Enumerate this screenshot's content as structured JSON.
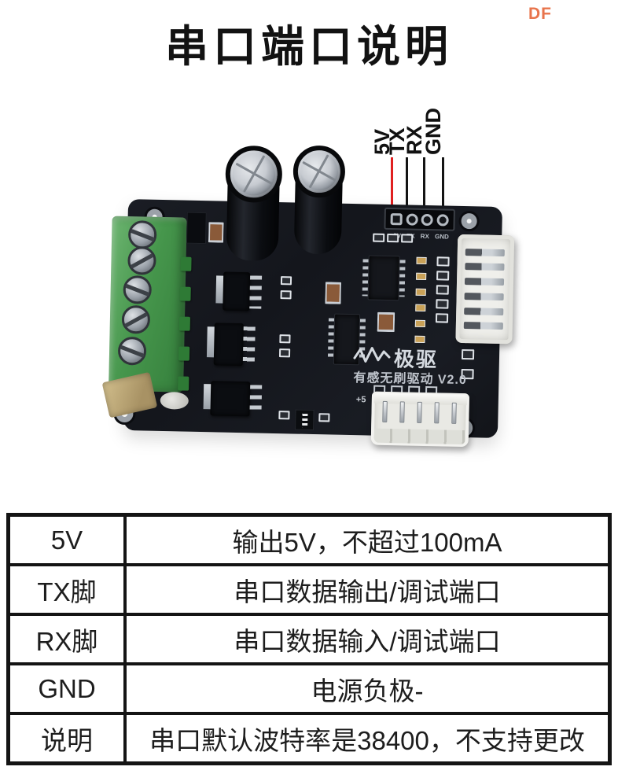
{
  "title": "串口端口说明",
  "watermark": "DF",
  "colors": {
    "watermark_orange": "#E8744C",
    "accent_red": "#E02020",
    "line_black": "#141414"
  },
  "callouts": {
    "labels": [
      {
        "text": "5V",
        "line_color": "#E02020"
      },
      {
        "text": "TX",
        "line_color": "#141414"
      },
      {
        "text": "RX",
        "line_color": "#141414"
      },
      {
        "text": "GND",
        "line_color": "#141414"
      }
    ]
  },
  "board": {
    "header_silk": "+5V TX RX GND",
    "logo_text": "极驱",
    "model_text": "有感无刷驱动 V2.0",
    "plus5_silk": "+5",
    "plus_silk": "+"
  },
  "table": {
    "rows": [
      {
        "pin": "5V",
        "desc": "输出5V，不超过100mA"
      },
      {
        "pin": "TX脚",
        "desc": "串口数据输出/调试端口"
      },
      {
        "pin": "RX脚",
        "desc": "串口数据输入/调试端口"
      },
      {
        "pin": "GND",
        "desc": "电源负极-"
      },
      {
        "pin": "说明",
        "desc": "串口默认波特率是38400，不支持更改"
      }
    ]
  }
}
